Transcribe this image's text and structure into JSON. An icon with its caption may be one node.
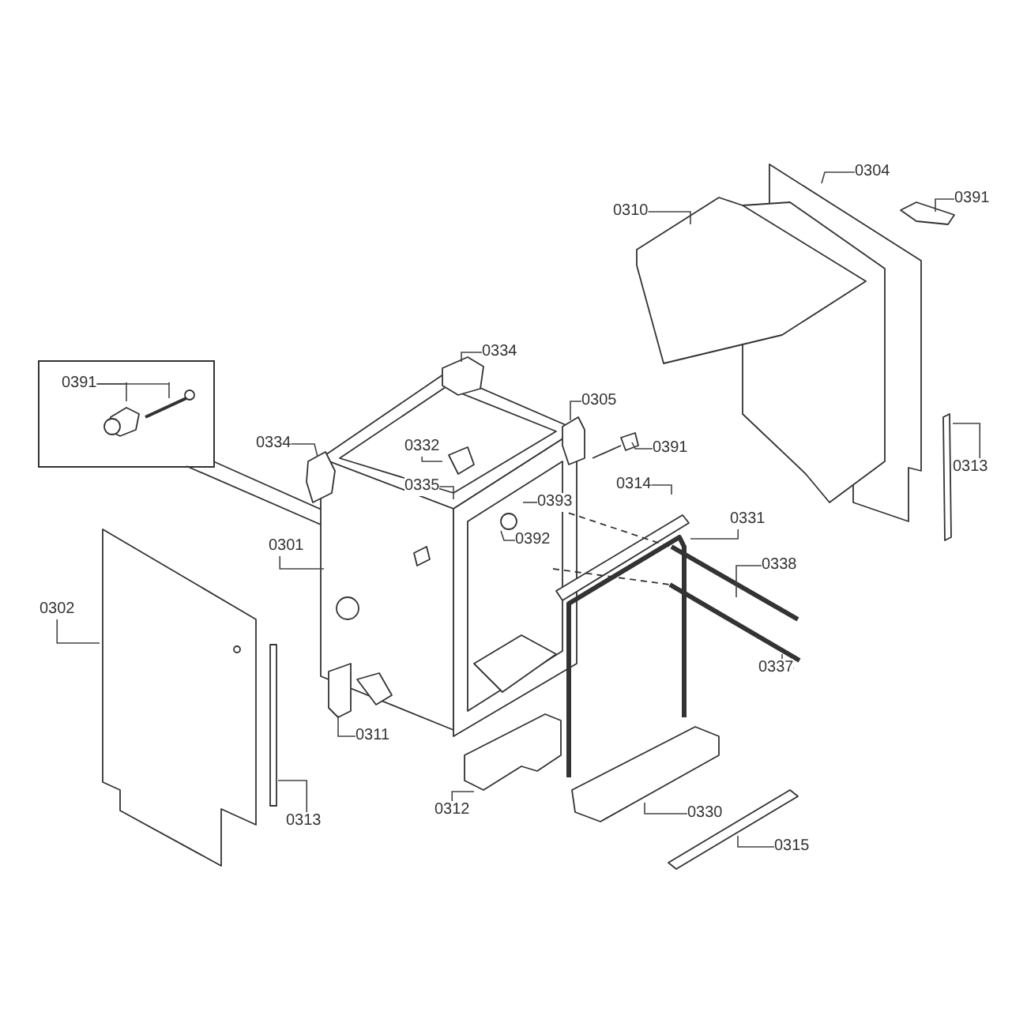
{
  "diagram": {
    "nodes": [
      {
        "text": [],
        "shape": "box"
      },
      {
        "text": [
          "0391"
        ],
        "in": 0
      },
      {
        "text": [
          "0304"
        ]
      },
      {
        "text": [
          "0391"
        ]
      },
      {
        "text": [
          "0310"
        ]
      },
      {
        "text": [
          "0334"
        ]
      },
      {
        "text": [
          "0305"
        ]
      },
      {
        "text": [
          "0334"
        ]
      },
      {
        "text": [
          "0332"
        ]
      },
      {
        "text": [
          "0391"
        ]
      },
      {
        "text": [
          "0313"
        ]
      },
      {
        "text": [
          "0314"
        ]
      },
      {
        "text": [
          "0335"
        ]
      },
      {
        "text": [
          "0393"
        ]
      },
      {
        "text": [
          "0331"
        ]
      },
      {
        "text": [
          "0392"
        ]
      },
      {
        "text": [
          "0301"
        ]
      },
      {
        "text": [
          "0338"
        ]
      },
      {
        "text": [
          "0302"
        ]
      },
      {
        "text": [
          "0337"
        ]
      },
      {
        "text": [
          "0311"
        ]
      },
      {
        "text": [
          "0312"
        ]
      },
      {
        "text": [
          "0330"
        ]
      },
      {
        "text": [
          "0313"
        ]
      },
      {
        "text": [
          "0315"
        ]
      }
    ],
    "edges": [
      {
        "from": 1,
        "to": null,
        "arrow": "none"
      },
      {
        "from": 1,
        "to": null,
        "arrow": "none"
      },
      {
        "from": 2,
        "to": null,
        "arrow": "none"
      },
      {
        "from": 3,
        "to": null,
        "arrow": "none"
      },
      {
        "from": 4,
        "to": null,
        "arrow": "none"
      },
      {
        "from": 5,
        "to": null,
        "arrow": "none"
      },
      {
        "from": 6,
        "to": null,
        "arrow": "none"
      },
      {
        "from": 7,
        "to": null,
        "arrow": "none"
      },
      {
        "from": 8,
        "to": null,
        "arrow": "none"
      },
      {
        "from": 9,
        "to": null,
        "arrow": "none"
      },
      {
        "from": 10,
        "to": null,
        "arrow": "none"
      },
      {
        "from": 11,
        "to": null,
        "arrow": "none"
      },
      {
        "from": 12,
        "to": null,
        "arrow": "none"
      },
      {
        "from": 13,
        "to": null,
        "arrow": "none"
      },
      {
        "from": 14,
        "to": null,
        "arrow": "none"
      },
      {
        "from": 15,
        "to": null,
        "arrow": "none"
      },
      {
        "from": 16,
        "to": null,
        "arrow": "none"
      },
      {
        "from": 17,
        "to": null,
        "arrow": "none"
      },
      {
        "from": 18,
        "to": null,
        "arrow": "none"
      },
      {
        "from": 19,
        "to": null,
        "arrow": "none"
      },
      {
        "from": 20,
        "to": null,
        "arrow": "none"
      },
      {
        "from": 21,
        "to": null,
        "arrow": "none"
      },
      {
        "from": 22,
        "to": null,
        "arrow": "none"
      },
      {
        "from": 23,
        "to": null,
        "arrow": "none"
      },
      {
        "from": 24,
        "to": null,
        "arrow": "none"
      }
    ]
  }
}
